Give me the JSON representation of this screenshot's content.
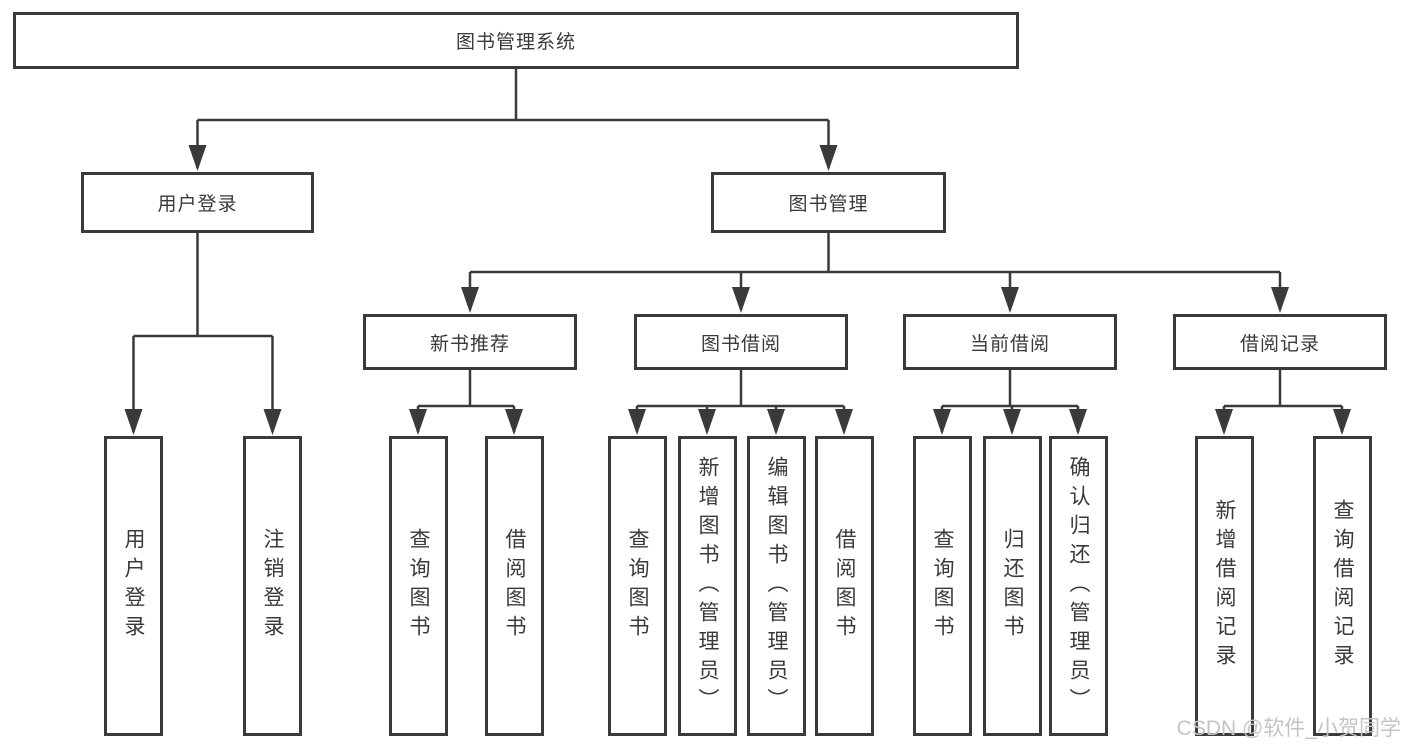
{
  "diagram": {
    "title": "图书管理系统",
    "watermark": "CSDN @软件_小贺同学",
    "nodes": {
      "root": {
        "label": "图书管理系统"
      },
      "user_login": {
        "label": "用户登录"
      },
      "book_mgmt": {
        "label": "图书管理"
      },
      "new_book_rec": {
        "label": "新书推荐"
      },
      "book_borrow": {
        "label": "图书借阅"
      },
      "current_borrow": {
        "label": "当前借阅"
      },
      "borrow_records": {
        "label": "借阅记录"
      },
      "leaf_ul_login": {
        "label": "用户登录"
      },
      "leaf_ul_logout": {
        "label": "注销登录"
      },
      "leaf_nb_query": {
        "label": "查询图书"
      },
      "leaf_nb_borrow": {
        "label": "借阅图书"
      },
      "leaf_bb_query": {
        "label": "查询图书"
      },
      "leaf_bb_add": {
        "label": "新增图书（管理员）"
      },
      "leaf_bb_edit": {
        "label": "编辑图书（管理员）"
      },
      "leaf_bb_borrow": {
        "label": "借阅图书"
      },
      "leaf_cb_query": {
        "label": "查询图书"
      },
      "leaf_cb_return": {
        "label": "归还图书"
      },
      "leaf_cb_confirm": {
        "label": "确认归还（管理员）"
      },
      "leaf_br_add": {
        "label": "新增借阅记录"
      },
      "leaf_br_query": {
        "label": "查询借阅记录"
      }
    },
    "hierarchy": {
      "图书管理系统": {
        "用户登录": [
          "用户登录",
          "注销登录"
        ],
        "图书管理": {
          "新书推荐": [
            "查询图书",
            "借阅图书"
          ],
          "图书借阅": [
            "查询图书",
            "新增图书（管理员）",
            "编辑图书（管理员）",
            "借阅图书"
          ],
          "当前借阅": [
            "查询图书",
            "归还图书",
            "确认归还（管理员）"
          ],
          "借阅记录": [
            "新增借阅记录",
            "查询借阅记录"
          ]
        }
      }
    },
    "colors": {
      "line": "#3a3a3a",
      "box_fill": "#ffffff",
      "text": "#3a3a3a",
      "watermark": "#c4c4c4"
    }
  }
}
